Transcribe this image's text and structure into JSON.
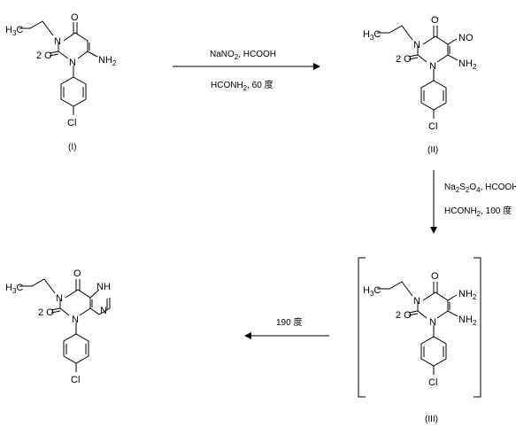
{
  "compounds": [
    {
      "id": "I",
      "label": "(I)"
    },
    {
      "id": "II",
      "label": "(II)"
    },
    {
      "id": "III",
      "label": "(III)"
    },
    {
      "id": "IV",
      "label": ""
    }
  ],
  "atoms": {
    "O": "O",
    "N": "N",
    "H": "H",
    "Cl": "Cl",
    "C": "C",
    "NH": "NH",
    "NO": "NO",
    "two": "2",
    "three": "3"
  },
  "steps": [
    {
      "line1_a": "NaNO",
      "line1_sub": "2",
      "line1_b": ", HCOOH",
      "line2_a": "HCONH",
      "line2_sub": "2",
      "line2_b": ", 60 ",
      "deg": "度"
    },
    {
      "line1_a": "Na",
      "line1_s1": "2",
      "line1_m": "S",
      "line1_s2": "2",
      "line1_m2": "O",
      "line1_s3": "4",
      "line1_b": ", HCOOH",
      "line2_a": "HCONH",
      "line2_sub": "2",
      "line2_b": ", 100 ",
      "deg": "度"
    },
    {
      "line1": "190 ",
      "deg": "度"
    }
  ]
}
